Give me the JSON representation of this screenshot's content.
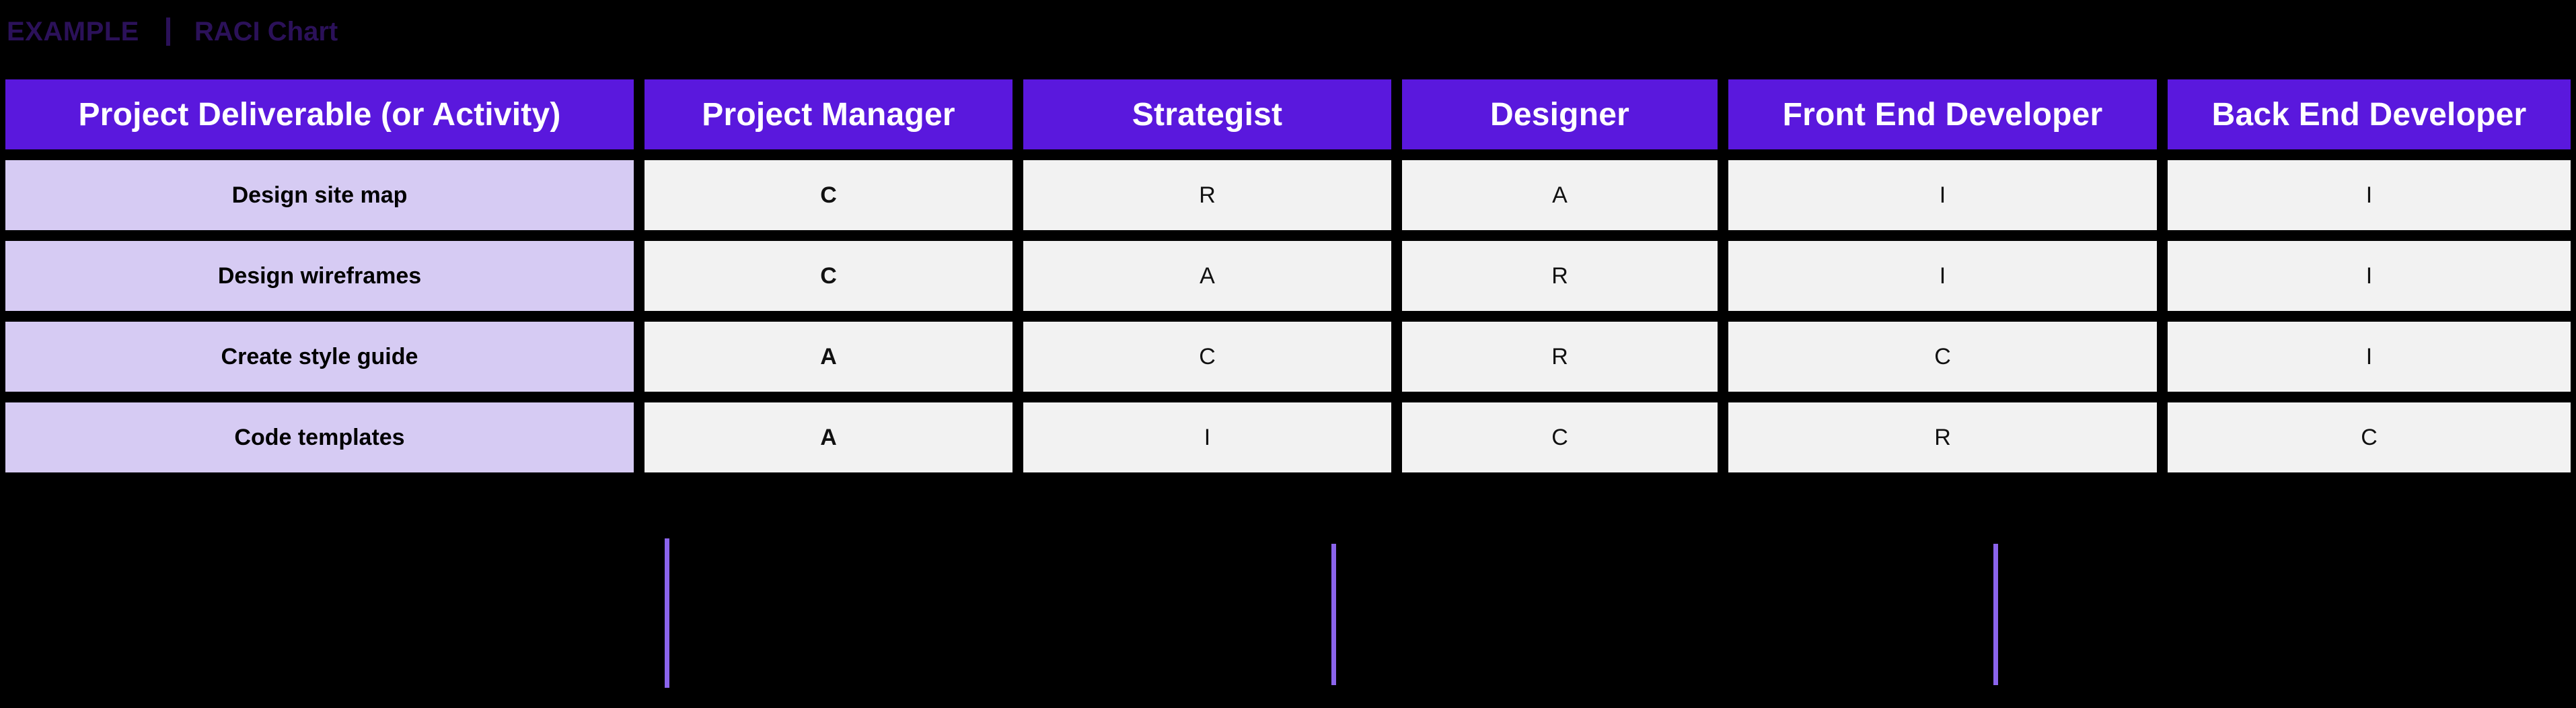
{
  "topbar": {
    "example_label": "EXAMPLE",
    "title": "RACI Chart",
    "divider_icon": "vertical-bar-icon",
    "text_color": "#2B1159"
  },
  "colors": {
    "background": "#000000",
    "header_purple": "#5A18DD",
    "task_lavender": "#D6CBF3",
    "data_cell_gray": "#F2F2F2",
    "accent_light_purple": "#8B64EC",
    "brand_dark_purple": "#2B1159"
  },
  "table": {
    "columns": [
      "Project Deliverable (or Activity)",
      "Project Manager",
      "Strategist",
      "Designer",
      "Front End Developer",
      "Back End Developer"
    ],
    "rows": [
      {
        "task": "Design site map",
        "values": [
          "C",
          "R",
          "A",
          "I",
          "I"
        ],
        "emphasis": [
          true,
          false,
          false,
          false,
          false
        ]
      },
      {
        "task": "Design wireframes",
        "values": [
          "C",
          "A",
          "R",
          "I",
          "I"
        ],
        "emphasis": [
          true,
          false,
          false,
          false,
          false
        ]
      },
      {
        "task": "Create style guide",
        "values": [
          "A",
          "C",
          "R",
          "C",
          "I"
        ],
        "emphasis": [
          true,
          false,
          false,
          false,
          false
        ]
      },
      {
        "task": "Code templates",
        "values": [
          "A",
          "I",
          "C",
          "R",
          "C"
        ],
        "emphasis": [
          true,
          false,
          false,
          false,
          false
        ]
      }
    ]
  },
  "footer_rules": {
    "count": 3,
    "color": "#8B64EC"
  }
}
